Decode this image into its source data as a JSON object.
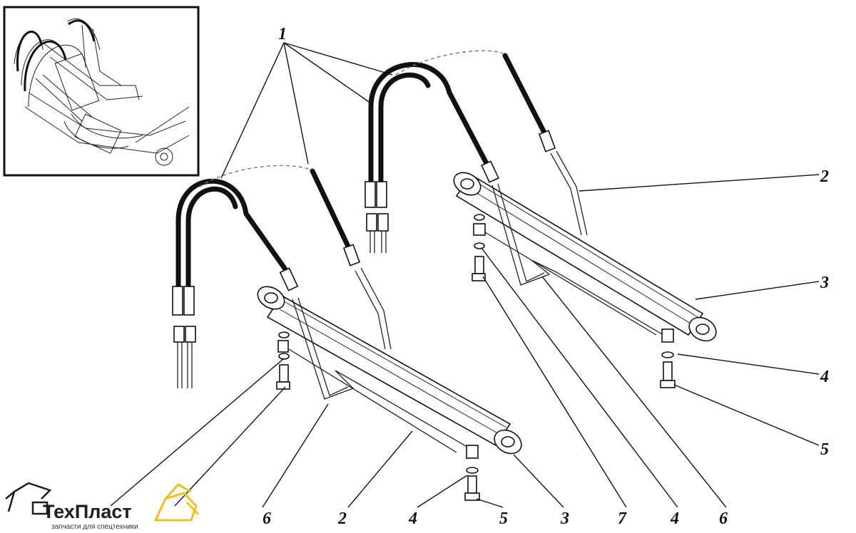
{
  "callouts": {
    "c1_top": "1",
    "c2_right": "2",
    "c3_right": "3",
    "c4_right": "4",
    "c5_right": "5",
    "c6_bottom": "6",
    "c2_bottom": "2",
    "c4_bottom": "4",
    "c5_bottom": "5",
    "c3_bottom": "3",
    "c7_bottom": "7",
    "c4_bottom2": "4",
    "c6_bottom2": "6"
  },
  "logo": {
    "name": "ТехПласт",
    "tagline": "запчасти для спецтехники"
  },
  "colors": {
    "ink": "#111111",
    "logo_yellow": "#f0c020",
    "background": "#ffffff"
  }
}
